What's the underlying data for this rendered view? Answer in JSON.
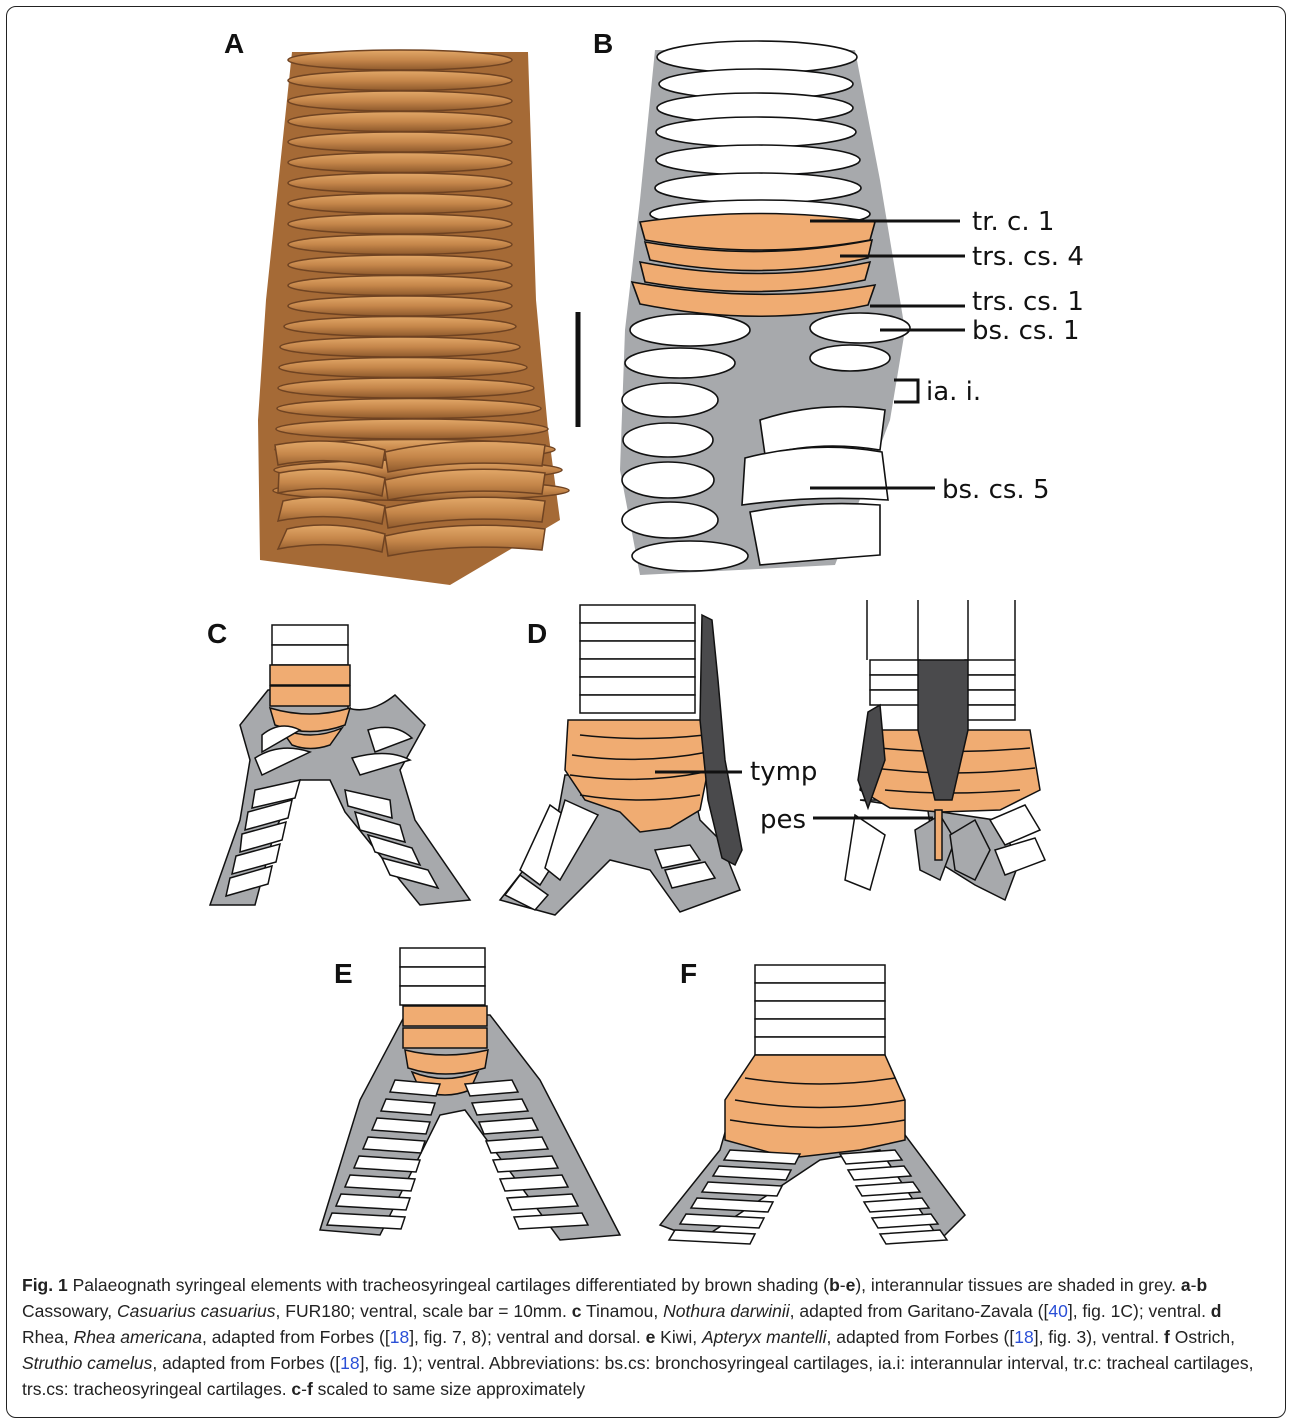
{
  "panels": {
    "a": "A",
    "b": "B",
    "c": "C",
    "d": "D",
    "e": "E",
    "f": "F"
  },
  "labels": {
    "trc1": "tr. c. 1",
    "trscs4": "trs. cs. 4",
    "trscs1": "trs. cs. 1",
    "bscs1": "bs. cs. 1",
    "iai": "ia. i.",
    "bscs5": "bs. cs. 5",
    "tymp": "tymp",
    "pes": "pes"
  },
  "caption": {
    "fig": "Fig. 1",
    "s1": " Palaeognath syringeal elements with tracheosyringeal cartilages differentiated by brown shading (",
    "s1b1": "b",
    "s1dash": "-",
    "s1b2": "e",
    "s2": "), interannular tissues are shaded in grey. ",
    "a": "a",
    "dash1": "-",
    "b": "b",
    "s3": " Cassowary, ",
    "cas": "Casuarius casuarius",
    "s4": ", FUR180; ventral, scale bar = 10mm. ",
    "c": "c",
    "s5": " Tinamou, ",
    "noth": "Nothura darwinii",
    "s6": ", adapted from Garitano-Zavala (",
    "p1": "[",
    "r40": "40",
    "s7": "], fig. 1C); ventral. ",
    "d": "d",
    "s8": " Rhea, ",
    "rhea": "Rhea americana",
    "s9": ", adapted from Forbes (",
    "p2": "[",
    "r18a": "18",
    "s10": "], fig. 7, 8); ventral and dorsal. ",
    "e": "e",
    "s11": " Kiwi, ",
    "apt": "Apteryx mantelli",
    "s12": ", adapted from Forbes (",
    "p3": "[",
    "r18b": "18",
    "s13": "], fig. 3), ventral. ",
    "f": "f",
    "s14": " Ostrich, ",
    "stru": "Struthio camelus",
    "s15": ", adapted from Forbes (",
    "p4": "[",
    "r18c": "18",
    "s16": "], fig. 1); ventral. Abbreviations: bs.cs: bronchosyringeal cartilages, ia.i: interannular interval, tr.c: tracheal cartilages, trs.cs: tracheosyringeal cartilages. ",
    "c2": "c",
    "dash2": "-",
    "f2": "f",
    "s17": " scaled to same size approximately"
  },
  "colors": {
    "brown": "#f0ac72",
    "grey": "#a7a9ac",
    "dark": "#4a4a4c",
    "bone": "#c98a4e"
  }
}
